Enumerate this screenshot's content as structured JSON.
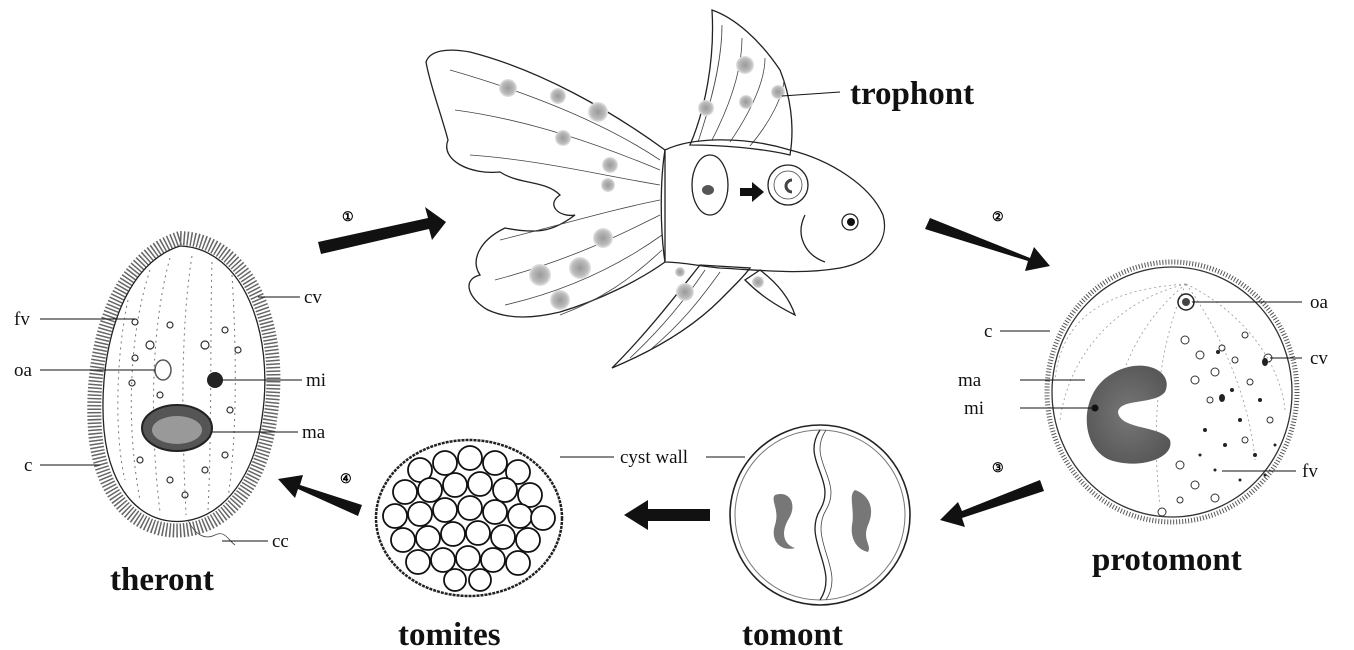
{
  "stages": {
    "trophont": "trophont",
    "protomont": "protomont",
    "tomont": "tomont",
    "tomites": "tomites",
    "theront": "theront"
  },
  "steps": [
    "①",
    "②",
    "③",
    "④"
  ],
  "theront_parts": {
    "fv": "fv",
    "oa": "oa",
    "c": "c",
    "cv": "cv",
    "mi": "mi",
    "ma": "ma",
    "cc": "cc"
  },
  "protomont_parts": {
    "c": "c",
    "ma": "ma",
    "mi": "mi",
    "oa": "oa",
    "cv": "cv",
    "fv": "fv"
  },
  "tomont_parts": {
    "cyst_wall": "cyst wall"
  }
}
